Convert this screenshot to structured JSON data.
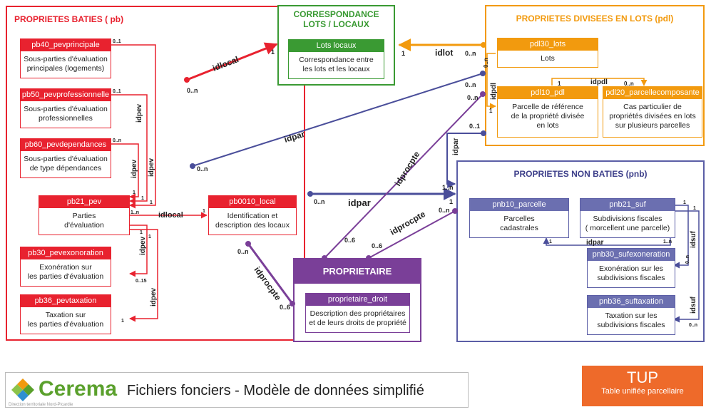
{
  "groups": {
    "pb": "PROPRIETES BATIES ( pb)",
    "cor_l1": "CORRESPONDANCE",
    "cor_l2": "LOTS / LOCAUX",
    "pdl": "PROPRIETES DIVISEES EN LOTS  (pdl)",
    "pnb": "PROPRIETES NON BATIES  (pnb)",
    "prop": "PROPRIETAIRE"
  },
  "tables": {
    "pb40": {
      "name": "pb40_pevprincipale",
      "desc1": "Sous-parties d'évaluation",
      "desc2": "principales (logements)"
    },
    "pb50": {
      "name": "pb50_pevprofessionnelle",
      "desc1": "Sous-parties d'évaluation",
      "desc2": "professionnelles"
    },
    "pb60": {
      "name": "pb60_pevdependances",
      "desc1": "Sous-parties d'évaluation",
      "desc2": "de type dépendances"
    },
    "pb21": {
      "name": "pb21_pev",
      "desc1": "Parties",
      "desc2": "d'évaluation"
    },
    "pb30": {
      "name": "pb30_pevexonoration",
      "desc1": "Exonération sur",
      "desc2": "les parties d'évaluation"
    },
    "pb36": {
      "name": "pb36_pevtaxation",
      "desc1": "Taxation sur",
      "desc2": "les parties d'évaluation"
    },
    "pb0010": {
      "name": "pb0010_local",
      "desc1": "Identification et",
      "desc2": "description des locaux"
    },
    "lots_locaux": {
      "name": "Lots locaux",
      "desc1": "Correspondance entre",
      "desc2": "les lots et les locaux"
    },
    "pdl30": {
      "name": "pdl30_lots",
      "desc1": "Lots"
    },
    "pdl10": {
      "name": "pdl10_pdl",
      "desc1": "Parcelle de référence",
      "desc2": "de la propriété divisée",
      "desc3": "en lots"
    },
    "pdl20": {
      "name": "pdl20_parcellecomposante",
      "desc1": "Cas particulier de",
      "desc2": "propriétés divisées en lots",
      "desc3": "sur plusieurs parcelles"
    },
    "pnb10": {
      "name": "pnb10_parcelle",
      "desc1": "Parcelles",
      "desc2": "cadastrales"
    },
    "pnb21": {
      "name": "pnb21_suf",
      "desc1": "Subdivisions fiscales",
      "desc2": "( morcellent une parcelle)"
    },
    "pnb30": {
      "name": "pnb30_sufexoneration",
      "desc1": "Exonération  sur les",
      "desc2": "subdivisions fiscales"
    },
    "pnb36": {
      "name": "pnb36_suftaxation",
      "desc1": "Taxation sur les",
      "desc2": "subdivisions fiscales"
    },
    "droit": {
      "name": "proprietaire_droit",
      "desc1": "Description des propriétaires",
      "desc2": "et de leurs droits de propriété"
    }
  },
  "links": {
    "idlocal_top": "idlocal",
    "idlot": "idlot",
    "idpar_diag": "idpar",
    "idpar_mid": "idpar",
    "idpar_vert": "idpar",
    "idpar_pnb": "idpar",
    "idprocpte_diag": "idprocpte",
    "idprocpte_mid": "idprocpte",
    "idprocpte_low": "idprocpte",
    "idlocal_mid": "idlocal",
    "idpev_1": "idpev",
    "idpev_2": "idpev",
    "idpev_3": "idpev",
    "idpev_4": "idpev",
    "idpev_5": "idpev",
    "idpdl_v": "idpdl",
    "idpdl_h": "idpdl",
    "idsuf_1": "idsuf",
    "idsuf_2": "idsuf"
  },
  "cards": {
    "zero_n": "0..n",
    "one": "1",
    "one_n": "1..n",
    "zero_one": "0..1",
    "zero_six": "0..6",
    "zero_fifteen": "0..15"
  },
  "footer": {
    "logo": "Cerema",
    "title": "Fichiers fonciers - Modèle de données simplifié",
    "subtitle": "Direction territoriale Nord-Picardie"
  },
  "tup": {
    "title": "TUP",
    "subtitle": "Table unifiée parcellaire"
  },
  "colors": {
    "pb": "#e8222f",
    "pdl": "#f29a0e",
    "cor": "#3a9a33",
    "pnb": "#5b5ea6",
    "prop": "#7a3f98"
  }
}
